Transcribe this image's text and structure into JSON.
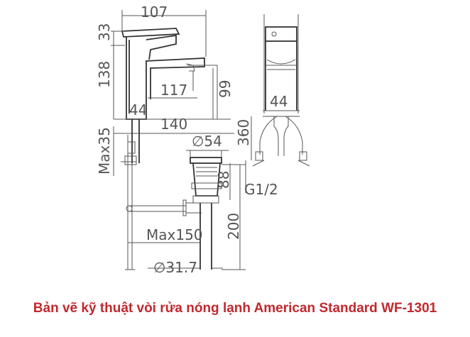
{
  "caption": "Bản vẽ kỹ thuật vòi rửa nóng lạnh American Standard WF-1301",
  "colors": {
    "caption": "#c0282d",
    "line": "#555555",
    "text": "#555555"
  },
  "dimensions": {
    "width_top": "107",
    "height_lever": "33",
    "height_body": "138",
    "spout_reach": "117",
    "spout_height": "99",
    "base_44_side": "44",
    "overall_reach": "140",
    "max_thickness": "Max35",
    "drain_diameter": "∅54",
    "drain_88": "88",
    "drain_200": "200",
    "max_150": "Max150",
    "pipe_diameter": "∅31.7",
    "width_44_front": "44",
    "hose_360": "360",
    "thread": "G1/2"
  }
}
